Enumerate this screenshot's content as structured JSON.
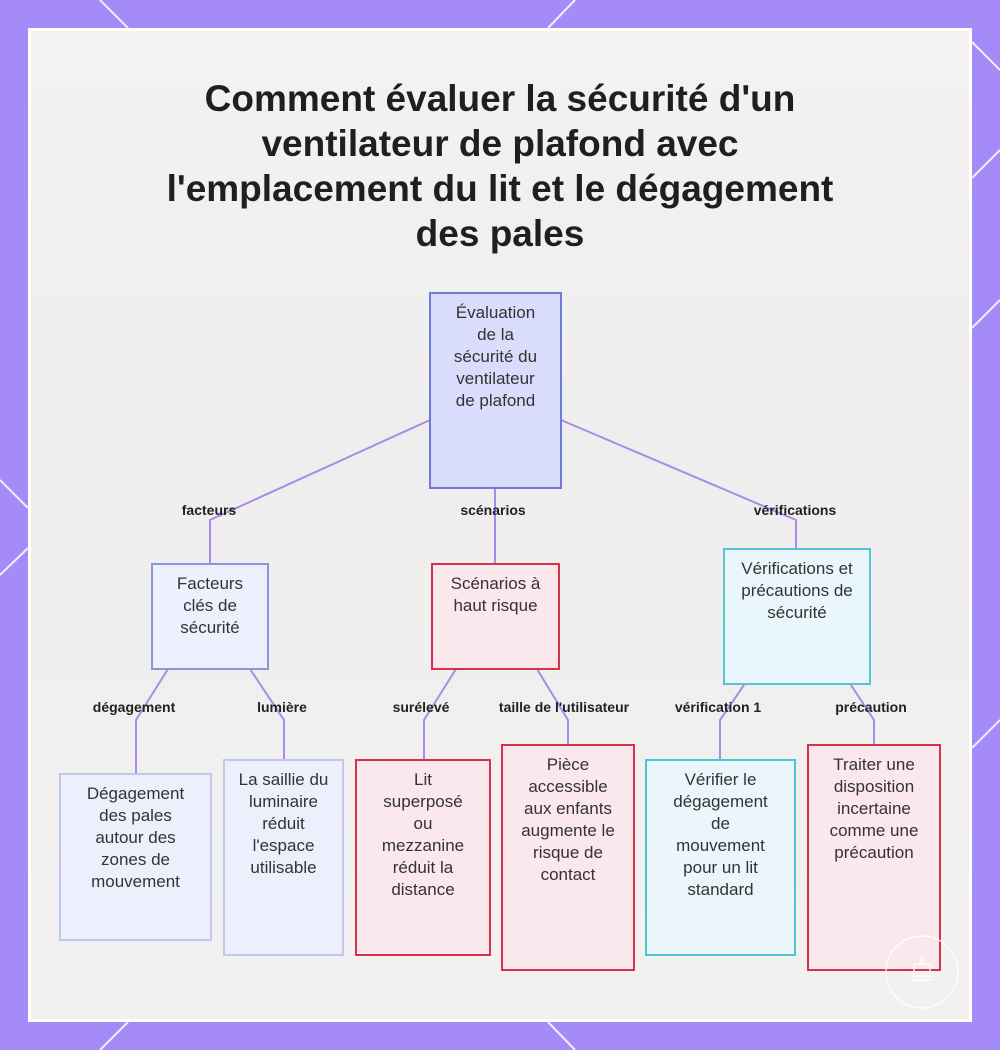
{
  "title": "Comment évaluer la sécurité d'un ventilateur de plafond avec l'emplacement du lit et le dégagement des pales",
  "colors": {
    "frame": "#a58bf8",
    "edge": "#a98ae8",
    "root_border": "#6f7bd6",
    "red_border": "#d8324a",
    "cyan_border": "#55c4d2"
  },
  "nodes": {
    "root": "Évaluation de la sécurité du ventilateur de plafond",
    "facteurs": "Facteurs clés de sécurité",
    "scenarios": "Scénarios à haut risque",
    "verifications": "Vérifications et précautions de sécurité",
    "leaf_degagement": "Dégagement des pales autour des zones de mouvement",
    "leaf_lumiere": "La saillie du luminaire réduit l'espace utilisable",
    "leaf_sureleve": "Lit superposé ou mezzanine réduit la distance",
    "leaf_taille": "Pièce accessible aux enfants augmente le risque de contact",
    "leaf_verification": "Vérifier le dégagement de mouvement pour un lit standard",
    "leaf_precaution": "Traiter une disposition incertaine comme une précaution"
  },
  "edge_labels": {
    "facteurs": "facteurs",
    "scenarios": "scénarios",
    "verifications": "vérifications",
    "degagement": "dégagement",
    "lumiere": "lumière",
    "sureleve": "surélevé",
    "taille": "taille de l'utilisateur",
    "verification1": "vérification 1",
    "precaution": "précaution"
  },
  "logo_icon": "bed-icon"
}
